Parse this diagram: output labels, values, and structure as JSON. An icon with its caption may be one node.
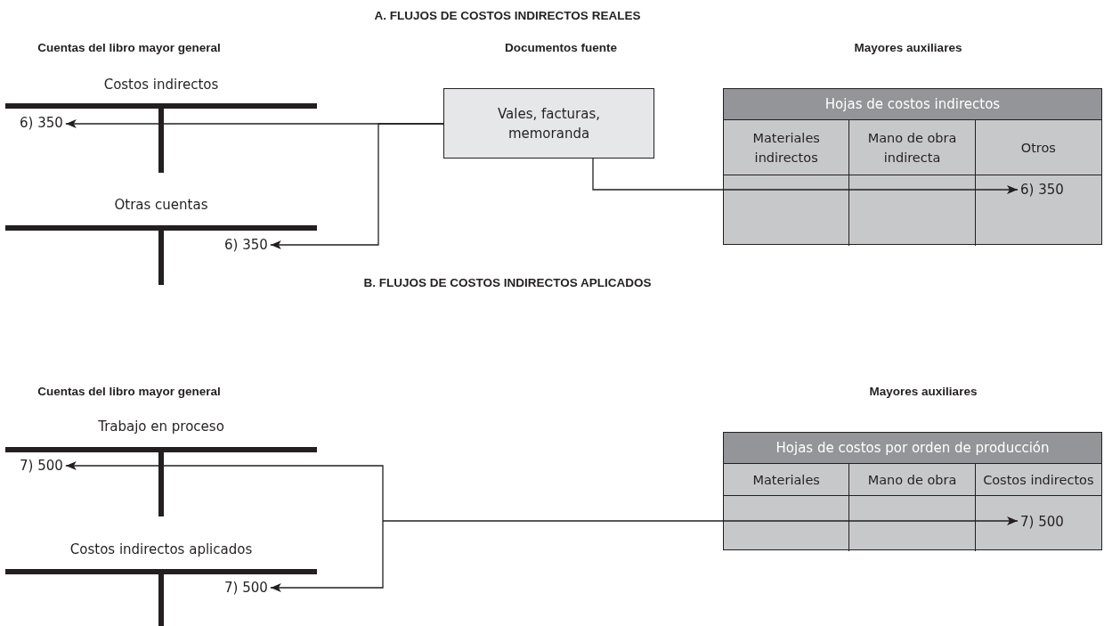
{
  "diagram": {
    "nodes": [
      {
        "text": [
          "Costos indirectos"
        ]
      },
      {
        "text": [
          "6) 350"
        ],
        "in": 0
      },
      {
        "text": [
          "Otras cuentas"
        ]
      },
      {
        "text": [
          "6) 350"
        ],
        "in": 2
      },
      {
        "text": [
          "Vales, facturas, memoranda"
        ]
      },
      {
        "text": [
          "Hojas de costos indirectos"
        ]
      },
      {
        "text": [
          "6) 350"
        ],
        "in": 5
      },
      {
        "text": [
          "Trabajo en proceso"
        ]
      },
      {
        "text": [
          "7) 500"
        ],
        "in": 7
      },
      {
        "text": [
          "Costos indirectos aplicados"
        ]
      },
      {
        "text": [
          "7) 500"
        ],
        "in": 9
      },
      {
        "text": [
          "Hojas de costos por orden de producción"
        ]
      },
      {
        "text": [
          "7) 500"
        ],
        "in": 11
      }
    ],
    "edges": [
      {
        "from": 4,
        "to": 1,
        "arrow": "to"
      },
      {
        "from": 4,
        "to": 3,
        "arrow": "to"
      },
      {
        "from": 4,
        "to": 6,
        "arrow": "to"
      },
      {
        "from": null,
        "to": 8,
        "arrow": "to"
      },
      {
        "from": null,
        "to": 10,
        "arrow": "to"
      },
      {
        "from": null,
        "to": 12,
        "arrow": "to"
      }
    ],
    "labels": [
      "A. FLUJOS DE COSTOS INDIRECTOS REALES",
      "Cuentas del libro mayor general",
      "Documentos fuente",
      "Mayores auxiliares",
      "Materiales indirectos",
      "Mano de obra indirecta",
      "Otros",
      "B. FLUJOS DE COSTOS INDIRECTOS APLICADOS",
      "Cuentas del libro mayor general",
      "Mayores auxiliares",
      "Materiales",
      "Mano de obra",
      "Costos indirectos"
    ]
  }
}
